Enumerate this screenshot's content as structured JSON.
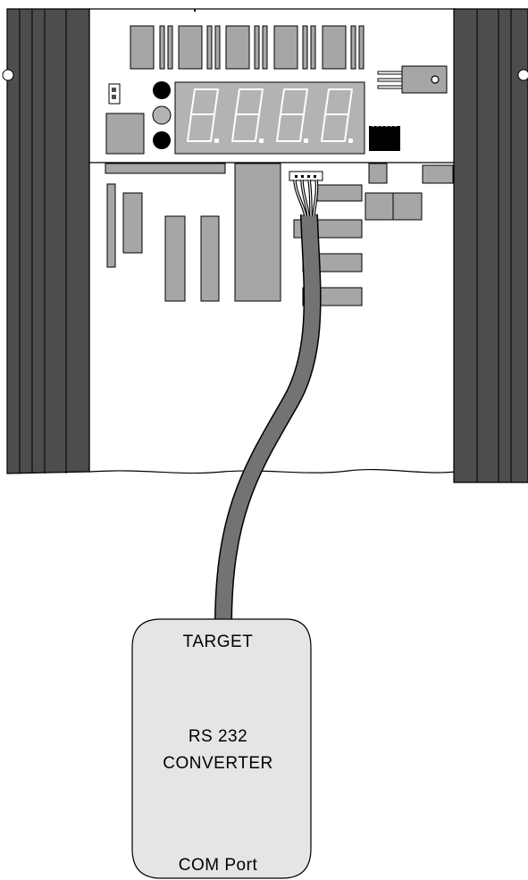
{
  "converter": {
    "top_label": "TARGET",
    "middle_label_line1": "RS 232",
    "middle_label_line2": "CONVERTER",
    "bottom_label": "COM Port"
  },
  "display": {
    "digit_count": 4
  },
  "colors": {
    "heatsink": "#4d4d4d",
    "heatsink_line": "#000000",
    "board": "#ffffff",
    "component": "#a6a6a6",
    "display_bg": "#b3b3b3",
    "cable": "#737373",
    "converter_fill": "#e5e5e5",
    "led_on": "#000000",
    "led_off": "#b3b3b3"
  }
}
